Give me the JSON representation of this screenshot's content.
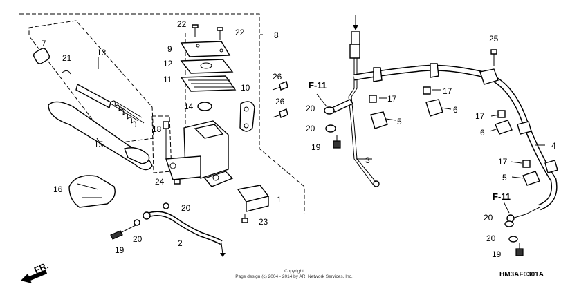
{
  "callouts": {
    "c1": "1",
    "c2": "2",
    "c3": "3",
    "c4": "4",
    "c5a": "5",
    "c5b": "5",
    "c6a": "6",
    "c6b": "6",
    "c7": "7",
    "c8": "8",
    "c9": "9",
    "c10": "10",
    "c11": "11",
    "c12": "12",
    "c13": "13",
    "c14": "14",
    "c15": "15",
    "c16": "16",
    "c17a": "17",
    "c17b": "17",
    "c17c": "17",
    "c17d": "17",
    "c18": "18",
    "c19a": "19",
    "c19b": "19",
    "c19c": "19",
    "c20a": "20",
    "c20b": "20",
    "c20c": "20",
    "c20d": "20",
    "c20e": "20",
    "c20f": "20",
    "c21": "21",
    "c22a": "22",
    "c22b": "22",
    "c23": "23",
    "c24": "24",
    "c25": "25",
    "c26a": "26",
    "c26b": "26"
  },
  "refs": {
    "f11a": "F-11",
    "f11b": "F-11"
  },
  "front_label": "FR.",
  "copyright": {
    "line1": "Copyright",
    "line2": "Page design (c) 2004 - 2014 by ARI Network Services, Inc."
  },
  "diagram_code": "HM3AF0301A"
}
